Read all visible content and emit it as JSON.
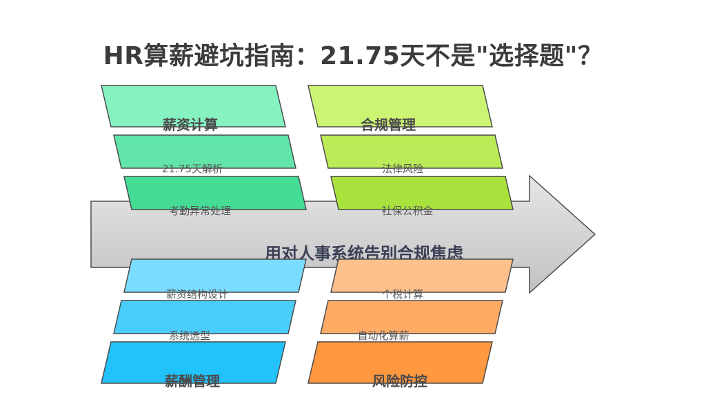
{
  "title": "HR算薪避坑指南：21.75天不是\"选择题\"？",
  "center_label": "用对人事系统告别合规焦虑",
  "branches": {
    "top_left": {
      "category": "薪资计算",
      "items": [
        "21.75天解析",
        "考勤异常处理"
      ]
    },
    "top_right": {
      "category": "合规管理",
      "items": [
        "法律风险",
        "社保公积金"
      ]
    },
    "bottom_left": {
      "category": "薪酬管理",
      "items": [
        "薪资结构设计",
        "系统选型"
      ]
    },
    "bottom_right": {
      "category": "风险防控",
      "items": [
        "个税计算",
        "自动化算薪"
      ]
    }
  },
  "colors": {
    "top_left": [
      "#86f2c0",
      "#62e5a8",
      "#45dc96"
    ],
    "top_right": [
      "#ccf473",
      "#bbeb56",
      "#aae23d"
    ],
    "bottom_left": [
      "#7adcff",
      "#4bcdfb",
      "#22c3fb"
    ],
    "bottom_right": [
      "#ffc18c",
      "#ffab66",
      "#ff983f"
    ],
    "arrow_top": "#e6e6e6",
    "arrow_bottom": "#c2c2c2",
    "stroke": "#4a4a4a"
  }
}
